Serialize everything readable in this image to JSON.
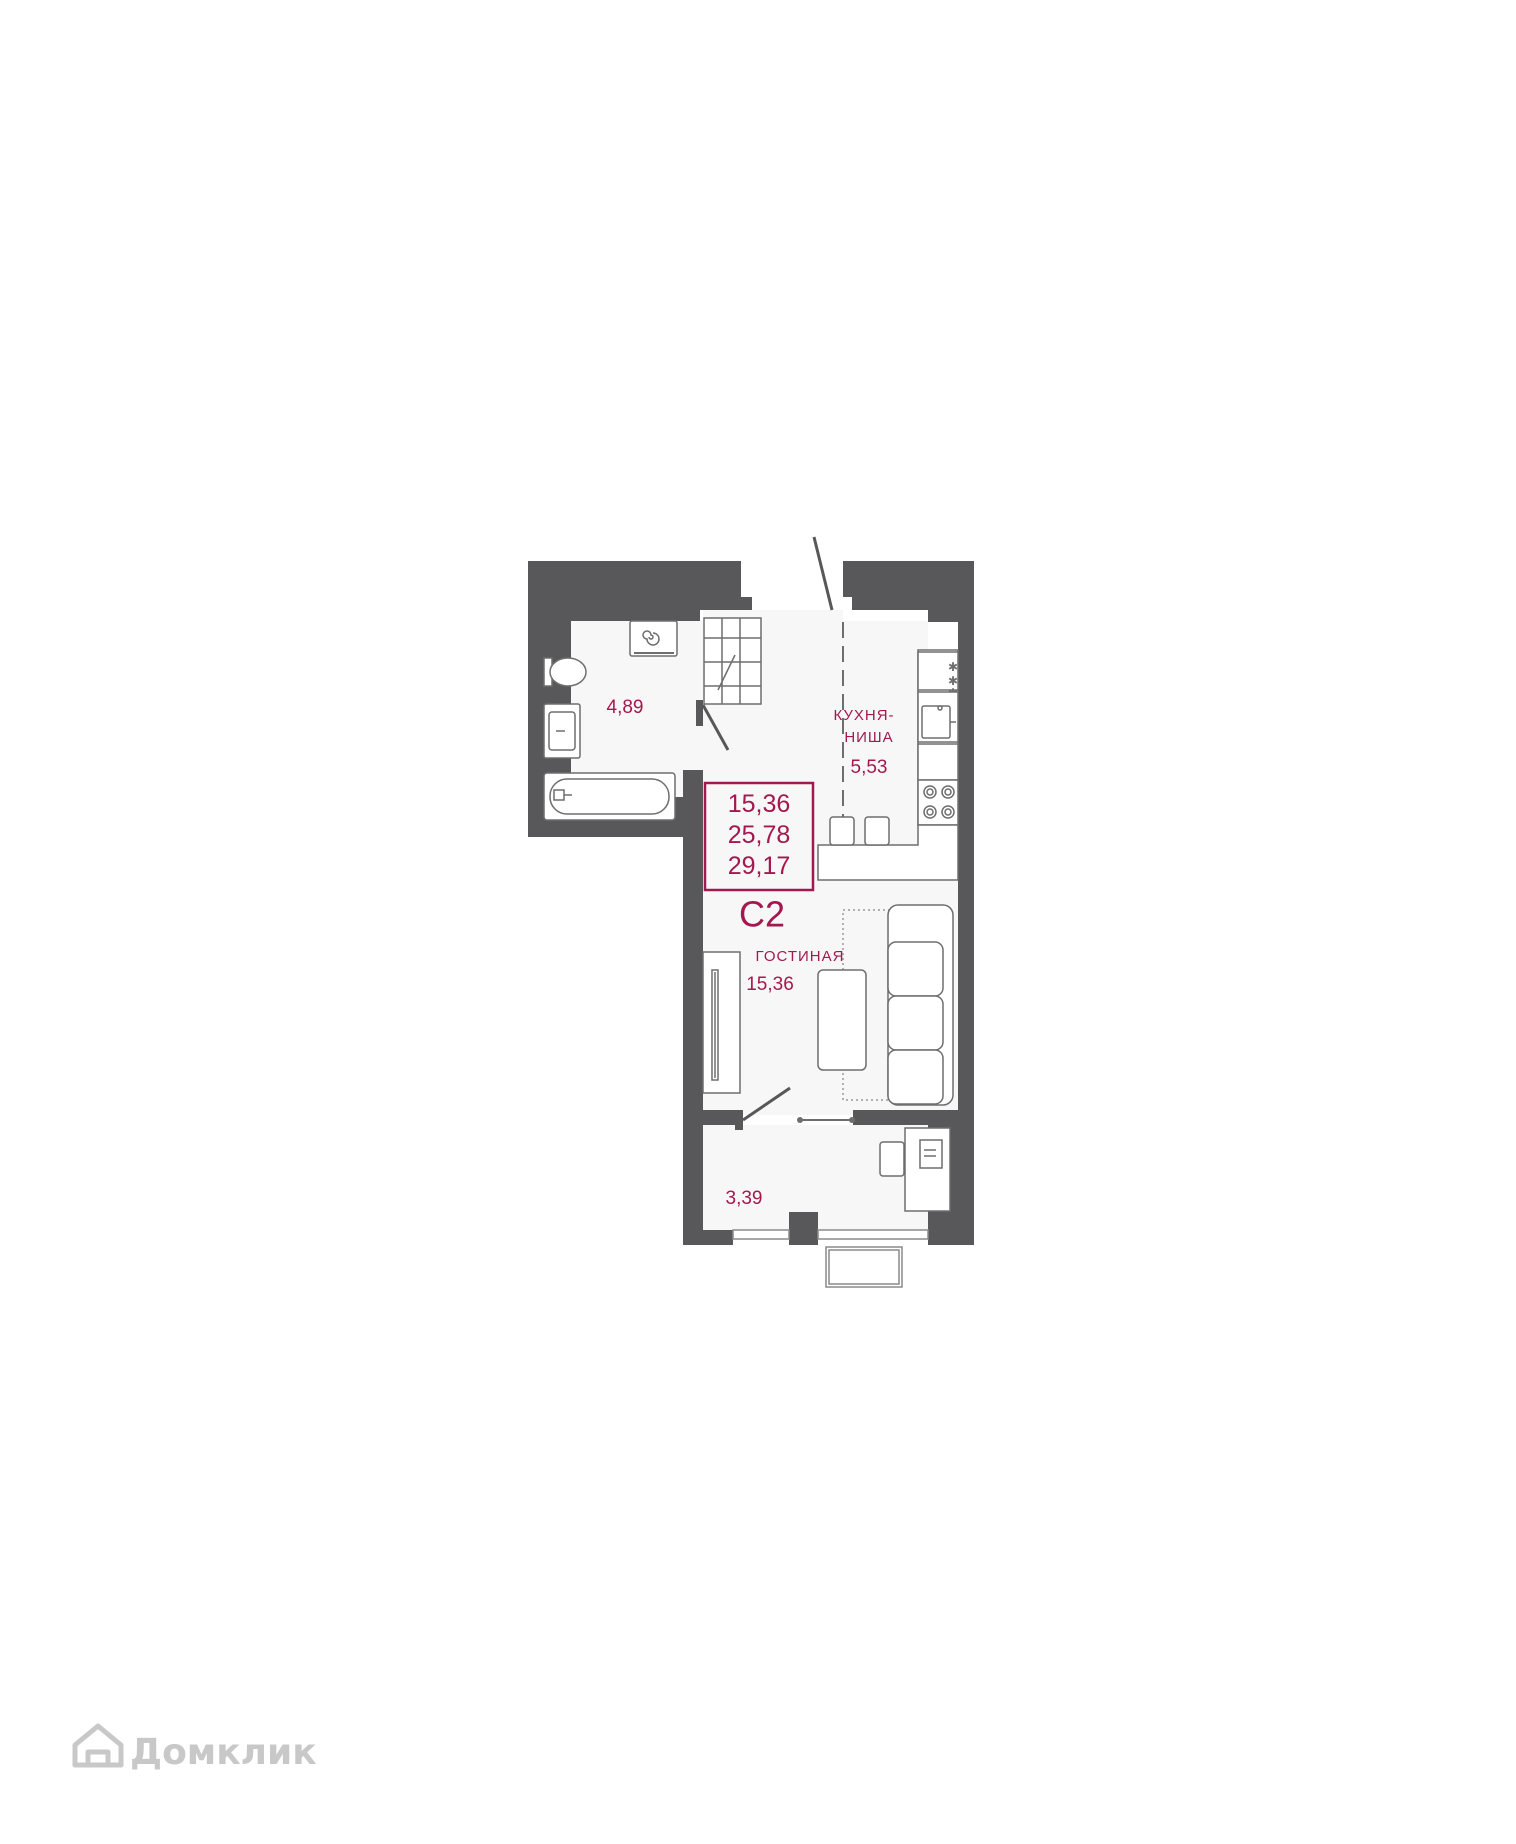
{
  "colors": {
    "wall": "#58585a",
    "floor": "#f7f7f7",
    "accent": "#a3194f",
    "fixture_stroke": "#6e6e6e",
    "watermark": "#c8c8c8"
  },
  "apartment": {
    "code": "С2",
    "areas": {
      "living": "15,36",
      "total_without_balcony": "25,78",
      "total": "29,17"
    }
  },
  "rooms": {
    "bathroom": {
      "area": "4,89"
    },
    "kitchen": {
      "name_line1": "КУХНЯ-",
      "name_line2": "НИША",
      "area": "5,53"
    },
    "living_room": {
      "name": "ГОСТИНАЯ",
      "area": "15,36"
    },
    "balcony": {
      "area": "3,39"
    }
  },
  "watermark": {
    "text": "Домклик",
    "icon": "house-logo-icon"
  }
}
